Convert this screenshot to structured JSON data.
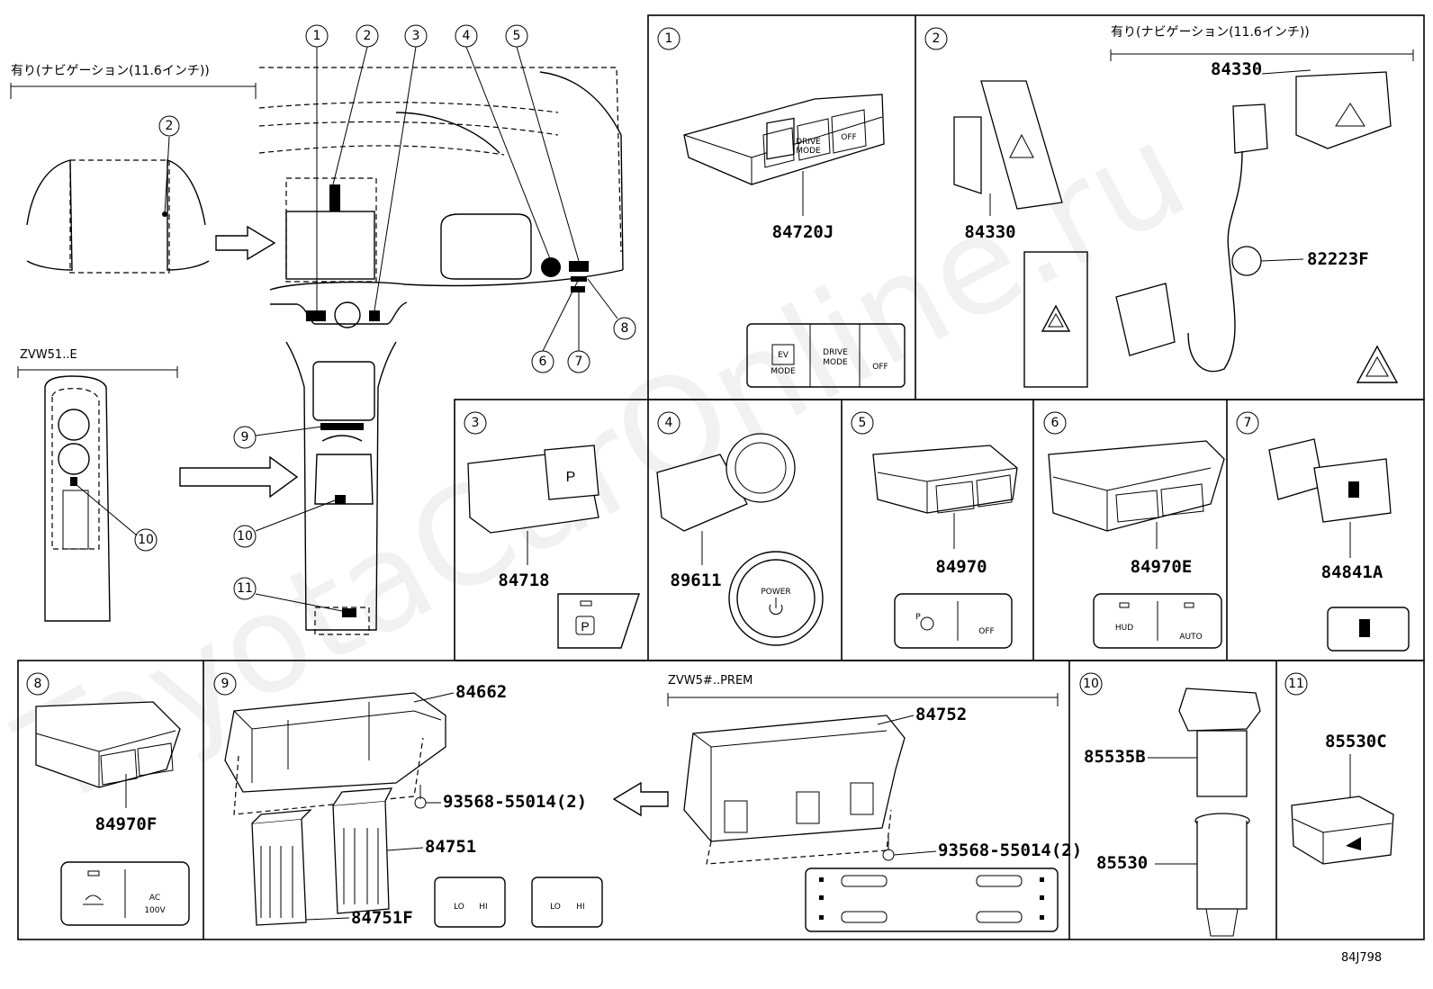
{
  "overview": {
    "nav_option_label": "有り(ナビゲーション(11.6インチ))",
    "variant_label": "ZVW51..E",
    "callouts": [
      "1",
      "2",
      "3",
      "4",
      "5",
      "6",
      "7",
      "8",
      "9",
      "10",
      "11"
    ]
  },
  "panels": {
    "p1": {
      "num": "1",
      "part": "84720J",
      "btn_labels": [
        "EV MODE",
        "DRIVE MODE",
        "OFF"
      ]
    },
    "p2": {
      "num": "2",
      "option_label": "有り(ナビゲーション(11.6インチ))",
      "part_a": "84330",
      "part_b": "84330",
      "part_c": "82223F"
    },
    "p3": {
      "num": "3",
      "part": "84718",
      "icon": "P"
    },
    "p4": {
      "num": "4",
      "part": "89611",
      "power_label": "POWER"
    },
    "p5": {
      "num": "5",
      "part": "84970",
      "icon_left": "P",
      "icon_right": "OFF"
    },
    "p6": {
      "num": "6",
      "part": "84970E",
      "hud": "HUD",
      "auto": "AUTO"
    },
    "p7": {
      "num": "7",
      "part": "84841A"
    },
    "p8": {
      "num": "8",
      "part": "84970F",
      "ac": "AC",
      "volt": "100V"
    },
    "p9": {
      "num": "9",
      "part_a": "84662",
      "part_b": "84751",
      "part_c": "84751F",
      "screw": "93568-55014(2)",
      "variant_label": "ZVW5#..PREM",
      "part_d": "84752",
      "screw_b": "93568-55014(2)",
      "lo": "LO",
      "hi": "HI"
    },
    "p10": {
      "num": "10",
      "part_a": "85535B",
      "part_b": "85530"
    },
    "p11": {
      "num": "11",
      "part": "85530C"
    }
  },
  "watermark": "ToyotaCarOnline.ru",
  "diagram_code": "84J798"
}
